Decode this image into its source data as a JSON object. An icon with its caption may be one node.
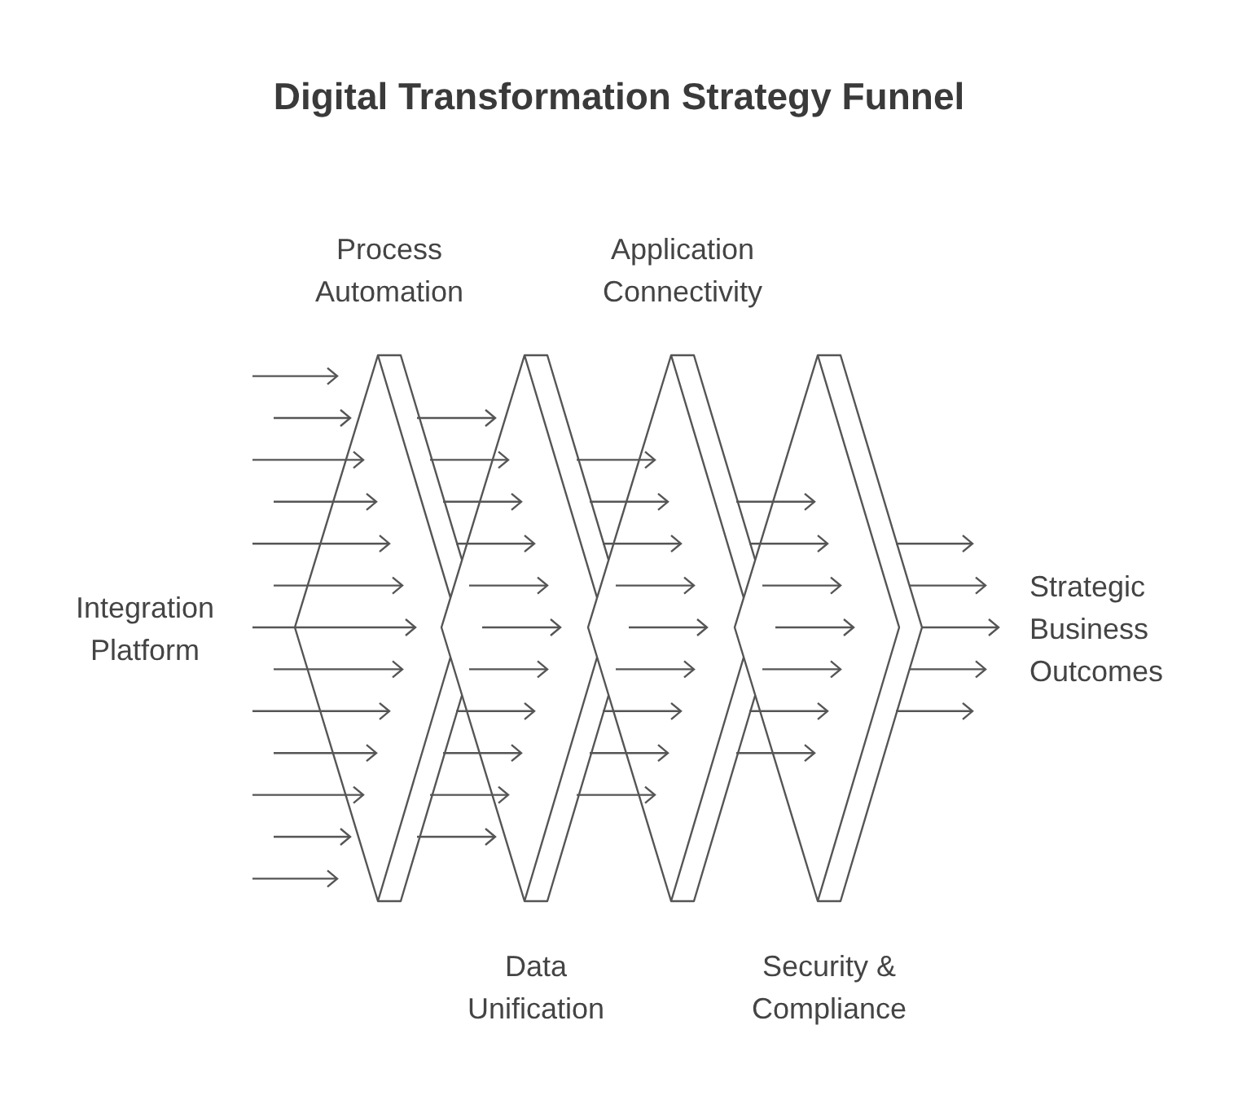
{
  "diagram": {
    "title": "Digital Transformation Strategy Funnel",
    "nodes": [
      {
        "text": [
          "Process Automation"
        ]
      },
      {
        "text": [
          "Data Unification"
        ]
      },
      {
        "text": [
          "Application Connectivity"
        ]
      },
      {
        "text": [
          "Security & Compliance"
        ]
      },
      {
        "text": [
          "Strategic Business Outcomes"
        ]
      }
    ],
    "edges": [
      {
        "from": null,
        "to": 0,
        "arrow": "to"
      },
      {
        "from": null,
        "to": 0,
        "arrow": "to"
      },
      {
        "from": null,
        "to": 0,
        "arrow": "to"
      },
      {
        "from": null,
        "to": 0,
        "arrow": "to"
      },
      {
        "from": null,
        "to": 0,
        "arrow": "to"
      },
      {
        "from": null,
        "to": 0,
        "arrow": "to"
      },
      {
        "from": null,
        "to": 0,
        "arrow": "to"
      },
      {
        "from": null,
        "to": 0,
        "arrow": "to"
      },
      {
        "from": null,
        "to": 0,
        "arrow": "to"
      },
      {
        "from": null,
        "to": 0,
        "arrow": "to"
      },
      {
        "from": null,
        "to": 0,
        "arrow": "to"
      },
      {
        "from": null,
        "to": 0,
        "arrow": "to"
      },
      {
        "from": null,
        "to": 0,
        "arrow": "to"
      },
      {
        "from": 0,
        "to": 1,
        "arrow": "to"
      },
      {
        "from": 0,
        "to": 1,
        "arrow": "to"
      },
      {
        "from": 0,
        "to": 1,
        "arrow": "to"
      },
      {
        "from": 0,
        "to": 1,
        "arrow": "to"
      },
      {
        "from": 0,
        "to": 1,
        "arrow": "to"
      },
      {
        "from": 0,
        "to": 1,
        "arrow": "to"
      },
      {
        "from": 0,
        "to": 1,
        "arrow": "to"
      },
      {
        "from": 0,
        "to": 1,
        "arrow": "to"
      },
      {
        "from": 0,
        "to": 1,
        "arrow": "to"
      },
      {
        "from": 0,
        "to": 1,
        "arrow": "to"
      },
      {
        "from": 0,
        "to": 1,
        "arrow": "to"
      },
      {
        "from": 1,
        "to": 2,
        "arrow": "to"
      },
      {
        "from": 1,
        "to": 2,
        "arrow": "to"
      },
      {
        "from": 1,
        "to": 2,
        "arrow": "to"
      },
      {
        "from": 1,
        "to": 2,
        "arrow": "to"
      },
      {
        "from": 1,
        "to": 2,
        "arrow": "to"
      },
      {
        "from": 1,
        "to": 2,
        "arrow": "to"
      },
      {
        "from": 1,
        "to": 2,
        "arrow": "to"
      },
      {
        "from": 1,
        "to": 2,
        "arrow": "to"
      },
      {
        "from": 1,
        "to": 2,
        "arrow": "to"
      },
      {
        "from": 2,
        "to": 3,
        "arrow": "to"
      },
      {
        "from": 2,
        "to": 3,
        "arrow": "to"
      },
      {
        "from": 2,
        "to": 3,
        "arrow": "to"
      },
      {
        "from": 2,
        "to": 3,
        "arrow": "to"
      },
      {
        "from": 2,
        "to": 3,
        "arrow": "to"
      },
      {
        "from": 2,
        "to": 3,
        "arrow": "to"
      },
      {
        "from": 2,
        "to": 3,
        "arrow": "to"
      },
      {
        "from": 3,
        "to": 4,
        "arrow": "to"
      },
      {
        "from": 3,
        "to": 4,
        "arrow": "to"
      },
      {
        "from": 3,
        "to": 4,
        "arrow": "to"
      },
      {
        "from": 3,
        "to": 4,
        "arrow": "to"
      },
      {
        "from": 3,
        "to": 4,
        "arrow": "to"
      }
    ],
    "labels": [
      "Integration Platform"
    ]
  }
}
